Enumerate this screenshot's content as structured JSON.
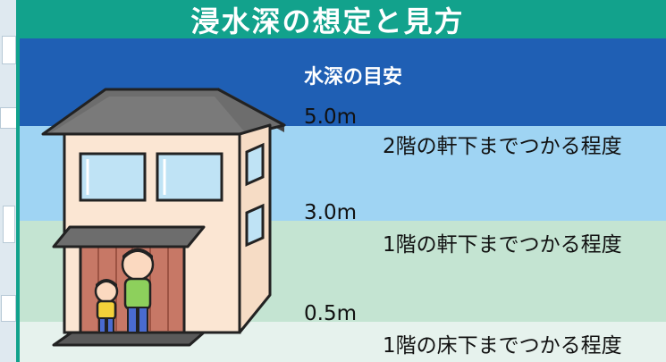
{
  "title": "浸水深の想定と見方",
  "legend_title": "水深の目安",
  "levels": [
    {
      "depth": "5.0m",
      "description": "2階の軒下までつかる程度"
    },
    {
      "depth": "3.0m",
      "description": "1階の軒下までつかる程度"
    },
    {
      "depth": "0.5m",
      "description": "1階の床下までつかる程度"
    }
  ],
  "colors": {
    "frame": "#12a28c",
    "band_top": "#1f5fb4",
    "band_second": "#9fd4f3",
    "band_third": "#c4e4d2",
    "band_bottom": "#e6f2ed"
  },
  "icons": [
    "house-illustration",
    "adult-figure",
    "child-figure"
  ]
}
